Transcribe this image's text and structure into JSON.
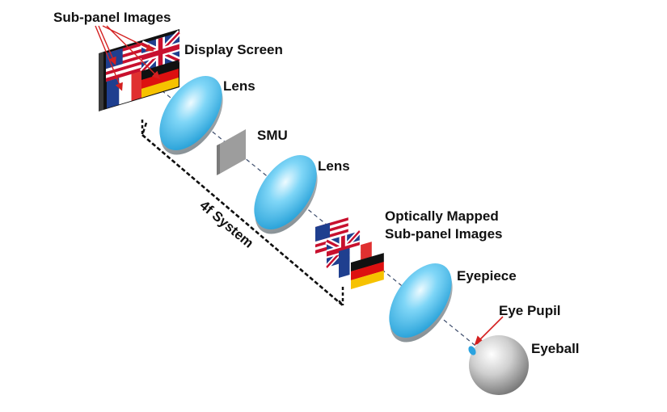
{
  "labels": {
    "sub_panel_images": "Sub-panel Images",
    "display_screen": "Display Screen",
    "lens_1": "Lens",
    "smu": "SMU",
    "lens_2": "Lens",
    "optically_mapped_line1": "Optically Mapped",
    "optically_mapped_line2": "Sub-panel Images",
    "eyepiece": "Eyepiece",
    "eye_pupil": "Eye Pupil",
    "eyeball": "Eyeball",
    "system": "4f System"
  },
  "colors": {
    "lens_light": "#d6f3ff",
    "lens_mid": "#5fcbf2",
    "lens_dark": "#1a9fd8",
    "lens_rim": "#9aa3a8",
    "smu": "#9a9a9a",
    "arrow": "#e02020",
    "text": "#111111"
  }
}
